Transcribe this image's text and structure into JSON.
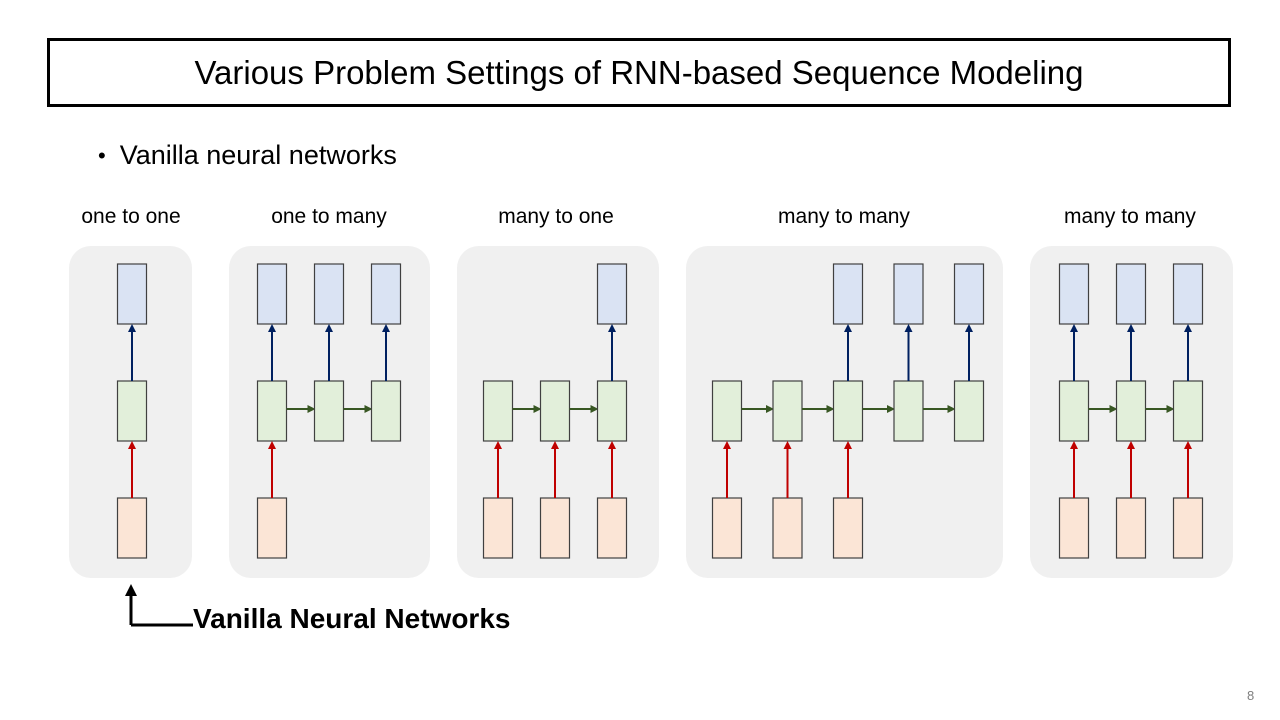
{
  "slide": {
    "title": "Various Problem Settings of RNN-based Sequence Modeling",
    "bullet": "Vanilla neural networks",
    "annotation": "Vanilla Neural Networks",
    "page_number": "8"
  },
  "colors": {
    "panel_bg": "#f0f0f0",
    "output_fill": "#dae3f3",
    "hidden_fill": "#e2efda",
    "input_fill": "#fbe5d6",
    "box_stroke": "#404040",
    "input_arrow": "#c00000",
    "output_arrow": "#002060",
    "recurrent_arrow": "#385723",
    "annotation_arrow": "#000000"
  },
  "panels": [
    {
      "label": "one to one",
      "steps": 1,
      "inputs": [
        0
      ],
      "outputs": [
        0
      ]
    },
    {
      "label": "one to many",
      "steps": 3,
      "inputs": [
        0
      ],
      "outputs": [
        0,
        1,
        2
      ]
    },
    {
      "label": "many to one",
      "steps": 3,
      "inputs": [
        0,
        1,
        2
      ],
      "outputs": [
        2
      ]
    },
    {
      "label": "many to many",
      "steps": 5,
      "inputs": [
        0,
        1,
        2
      ],
      "outputs": [
        2,
        3,
        4
      ]
    },
    {
      "label": "many to many",
      "steps": 3,
      "inputs": [
        0,
        1,
        2
      ],
      "outputs": [
        0,
        1,
        2
      ]
    }
  ]
}
